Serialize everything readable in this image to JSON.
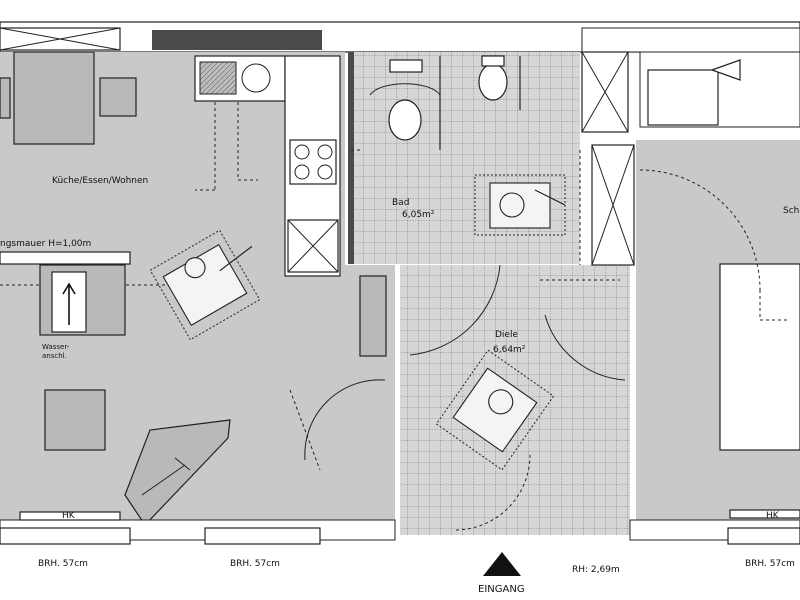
{
  "rooms": {
    "kitchen": {
      "label": "Küche/Essen/Wohnen"
    },
    "bath": {
      "label": "Bad",
      "area": "6,05m²"
    },
    "hall": {
      "label": "Diele",
      "area": "6,64m²"
    },
    "bedroom": {
      "label": "Schl"
    }
  },
  "annotations": {
    "wall_height": "ngsmauer  H=1,00m",
    "water_label_1": "Wasser-",
    "water_label_2": "anschl.",
    "hk_left": "HK",
    "hk_right": "HK"
  },
  "dimensions": {
    "brh_1": "BRH. 57cm",
    "brh_2": "BRH. 57cm",
    "brh_3": "BRH. 57cm",
    "rh": "RH: 2,69m"
  },
  "entrance": {
    "label": "EINGANG"
  }
}
